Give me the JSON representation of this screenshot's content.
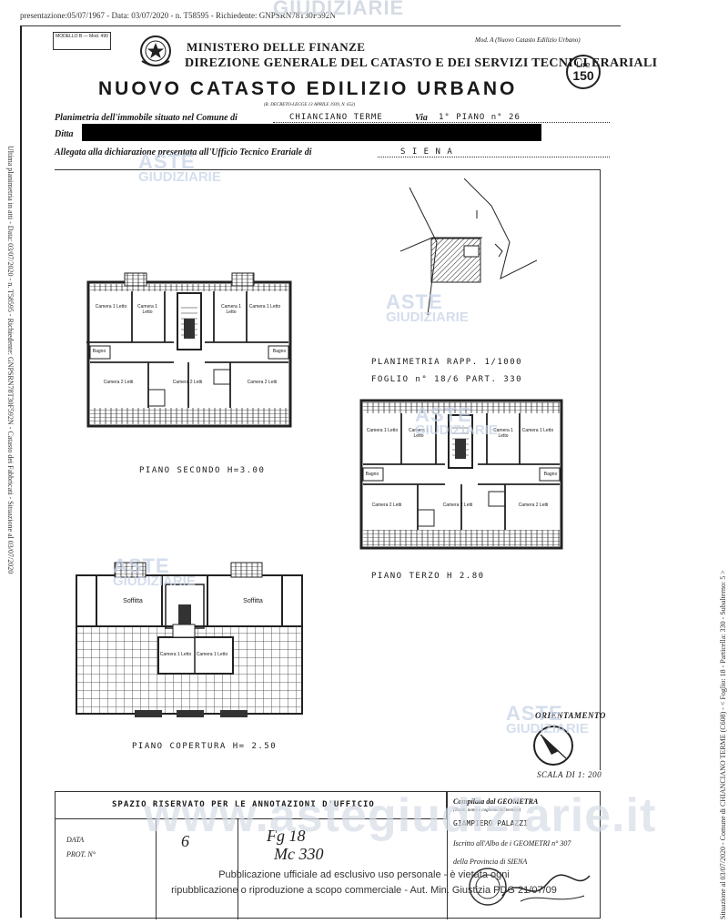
{
  "header": {
    "topline": "presentazione:05/07/1967 - Data: 03/07/2020 - n. T58595 - Richiedente: GNPSRN78T30F592N",
    "top_watermark": "GIUDIZIARIE",
    "model_box": "MODELLO B — Mod. 490",
    "mod_a": "Mod. A (Nuovo Catasto Edilizio Urbano)",
    "ministry": "MINISTERO DELLE FINANZE",
    "direzione": "DIREZIONE GENERALE DEL CATASTO E DEI SERVIZI TECNICI ERARIALI",
    "lire_label": "Lire",
    "lire_value": "150",
    "title": "NUOVO CATASTO EDILIZIO URBANO",
    "decree": "(R. DECRETO-LEGGE 13 APRILE 1939, N. 652)"
  },
  "side_text": {
    "left": "Ultima planimetria in atti - Data: 03/07/2020 - n. T58595 - Richiedente: GNPSRN78T30F592N - Catasto dei Fabbricati - Situazione al 03/07/2020",
    "right": "Situazione al 03/07/2020 - Comune di CHIANCIANO TERME (C608) - < Foglio: 18 - Particella: 330 - Subalterno: 5 >"
  },
  "fields": {
    "planimetria_label": "Planimetria dell'immobile situato nel Comune di",
    "comune_value": "CHIANCIANO  TERME",
    "via_label": "Via",
    "via_value": "1° PIANO n° 26",
    "ditta_label": "Ditta",
    "allegata_label": "Allegata alla dichiarazione presentata all'Ufficio Tecnico Erariale di",
    "ufficio_value": "S I E N A"
  },
  "drawings": {
    "site_plan_line1": "PLANIMETRIA RAPP. 1/1000",
    "site_plan_line2": "FOGLIO n° 18/6  PART. 330",
    "piano_secondo": "PIANO SECONDO  H=3.00",
    "piano_terzo": "PIANO  TERZO H  2.80",
    "piano_copertura": "PIANO COPERTURA H= 2.50",
    "rooms": {
      "camera_1_letto": "Camera 1 Letto",
      "camera_2_letti": "Camera 2 Letti",
      "bagno": "Bagno",
      "soffitta": "Soffitta"
    },
    "orientamento": "ORIENTAMENTO",
    "scala": "SCALA DI 1: 200"
  },
  "watermarks": {
    "aste": "ASTE",
    "giudiziarie": "GIUDIZIARIE",
    "url": "www.astegiudiziarie.it"
  },
  "office_box": {
    "title": "SPAZIO RISERVATO PER LE ANNOTAZIONI D'UFFICIO",
    "data_label": "DATA",
    "prot_label": "PROT. N°",
    "handwrite_1": "Fg 18",
    "handwrite_2": "Mc 330",
    "handwrite_3": "6",
    "compilata": "Compilata dal  GEOMETRA",
    "compilata_note": "(Titolo, nome e cognome del tecnico)",
    "name": "GIAMPIERO PALAZZI",
    "iscritto": "Iscritto all'Albo de i GEOMETRI n° 307",
    "provincia": "della Provincia di  SIENA"
  },
  "footer": {
    "line1": "Pubblicazione ufficiale ad esclusivo uso personale - è vietata ogni",
    "line2": "ripubblicazione o riproduzione a scopo commerciale - Aut. Min. Giustizia PDG 21/07/09"
  }
}
